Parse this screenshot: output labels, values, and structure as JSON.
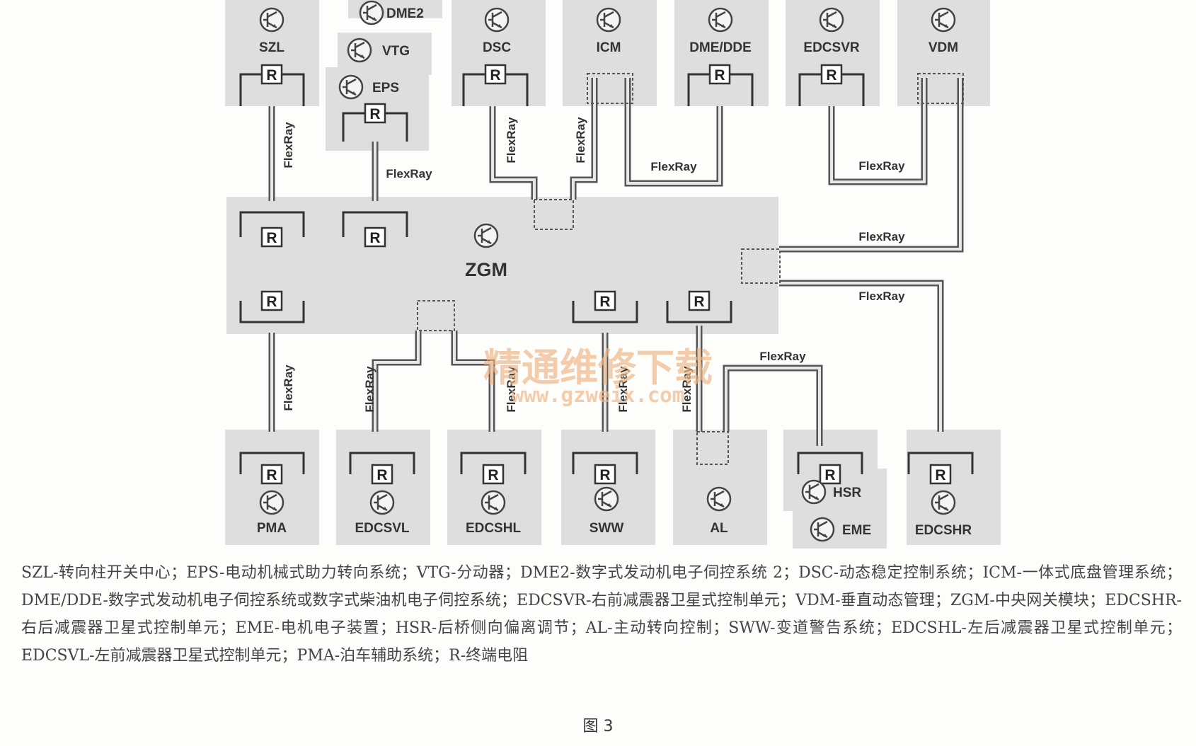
{
  "modules": {
    "szl": "SZL",
    "dme2": "DME2",
    "vtg": "VTG",
    "eps": "EPS",
    "dsc": "DSC",
    "icm": "ICM",
    "dme_dde": "DME/DDE",
    "edcsvr": "EDCSVR",
    "vdm": "VDM",
    "zgm": "ZGM",
    "pma": "PMA",
    "edcsvl": "EDCSVL",
    "edcshl": "EDCSHL",
    "sww": "SWW",
    "al": "AL",
    "hsr": "HSR",
    "eme": "EME",
    "edcshr": "EDCSHR"
  },
  "resistor_label": "R",
  "bus_label": "FlexRay",
  "watermark": {
    "title": "精通维修下载",
    "url": "www.gzweix.com"
  },
  "caption": "SZL-转向柱开关中心；EPS-电动机械式助力转向系统；VTG-分动器；DME2-数字式发动机电子伺控系统 2；DSC-动态稳定控制系统；ICM-一体式底盘管理系统；DME/DDE-数字式发动机电子伺控系统或数字式柴油机电子伺控系统；EDCSVR-右前减震器卫星式控制单元；VDM-垂直动态管理；ZGM-中央网关模块；EDCSHR-右后减震器卫星式控制单元；EME-电机电子装置；HSR-后桥侧向偏离调节；AL-主动转向控制；SWW-变道警告系统；EDCSHL-左后减震器卫星式控制单元；EDCSVL-左前减震器卫星式控制单元；PMA-泊车辅助系统；R-终端电阻",
  "figure_label": "图 3"
}
